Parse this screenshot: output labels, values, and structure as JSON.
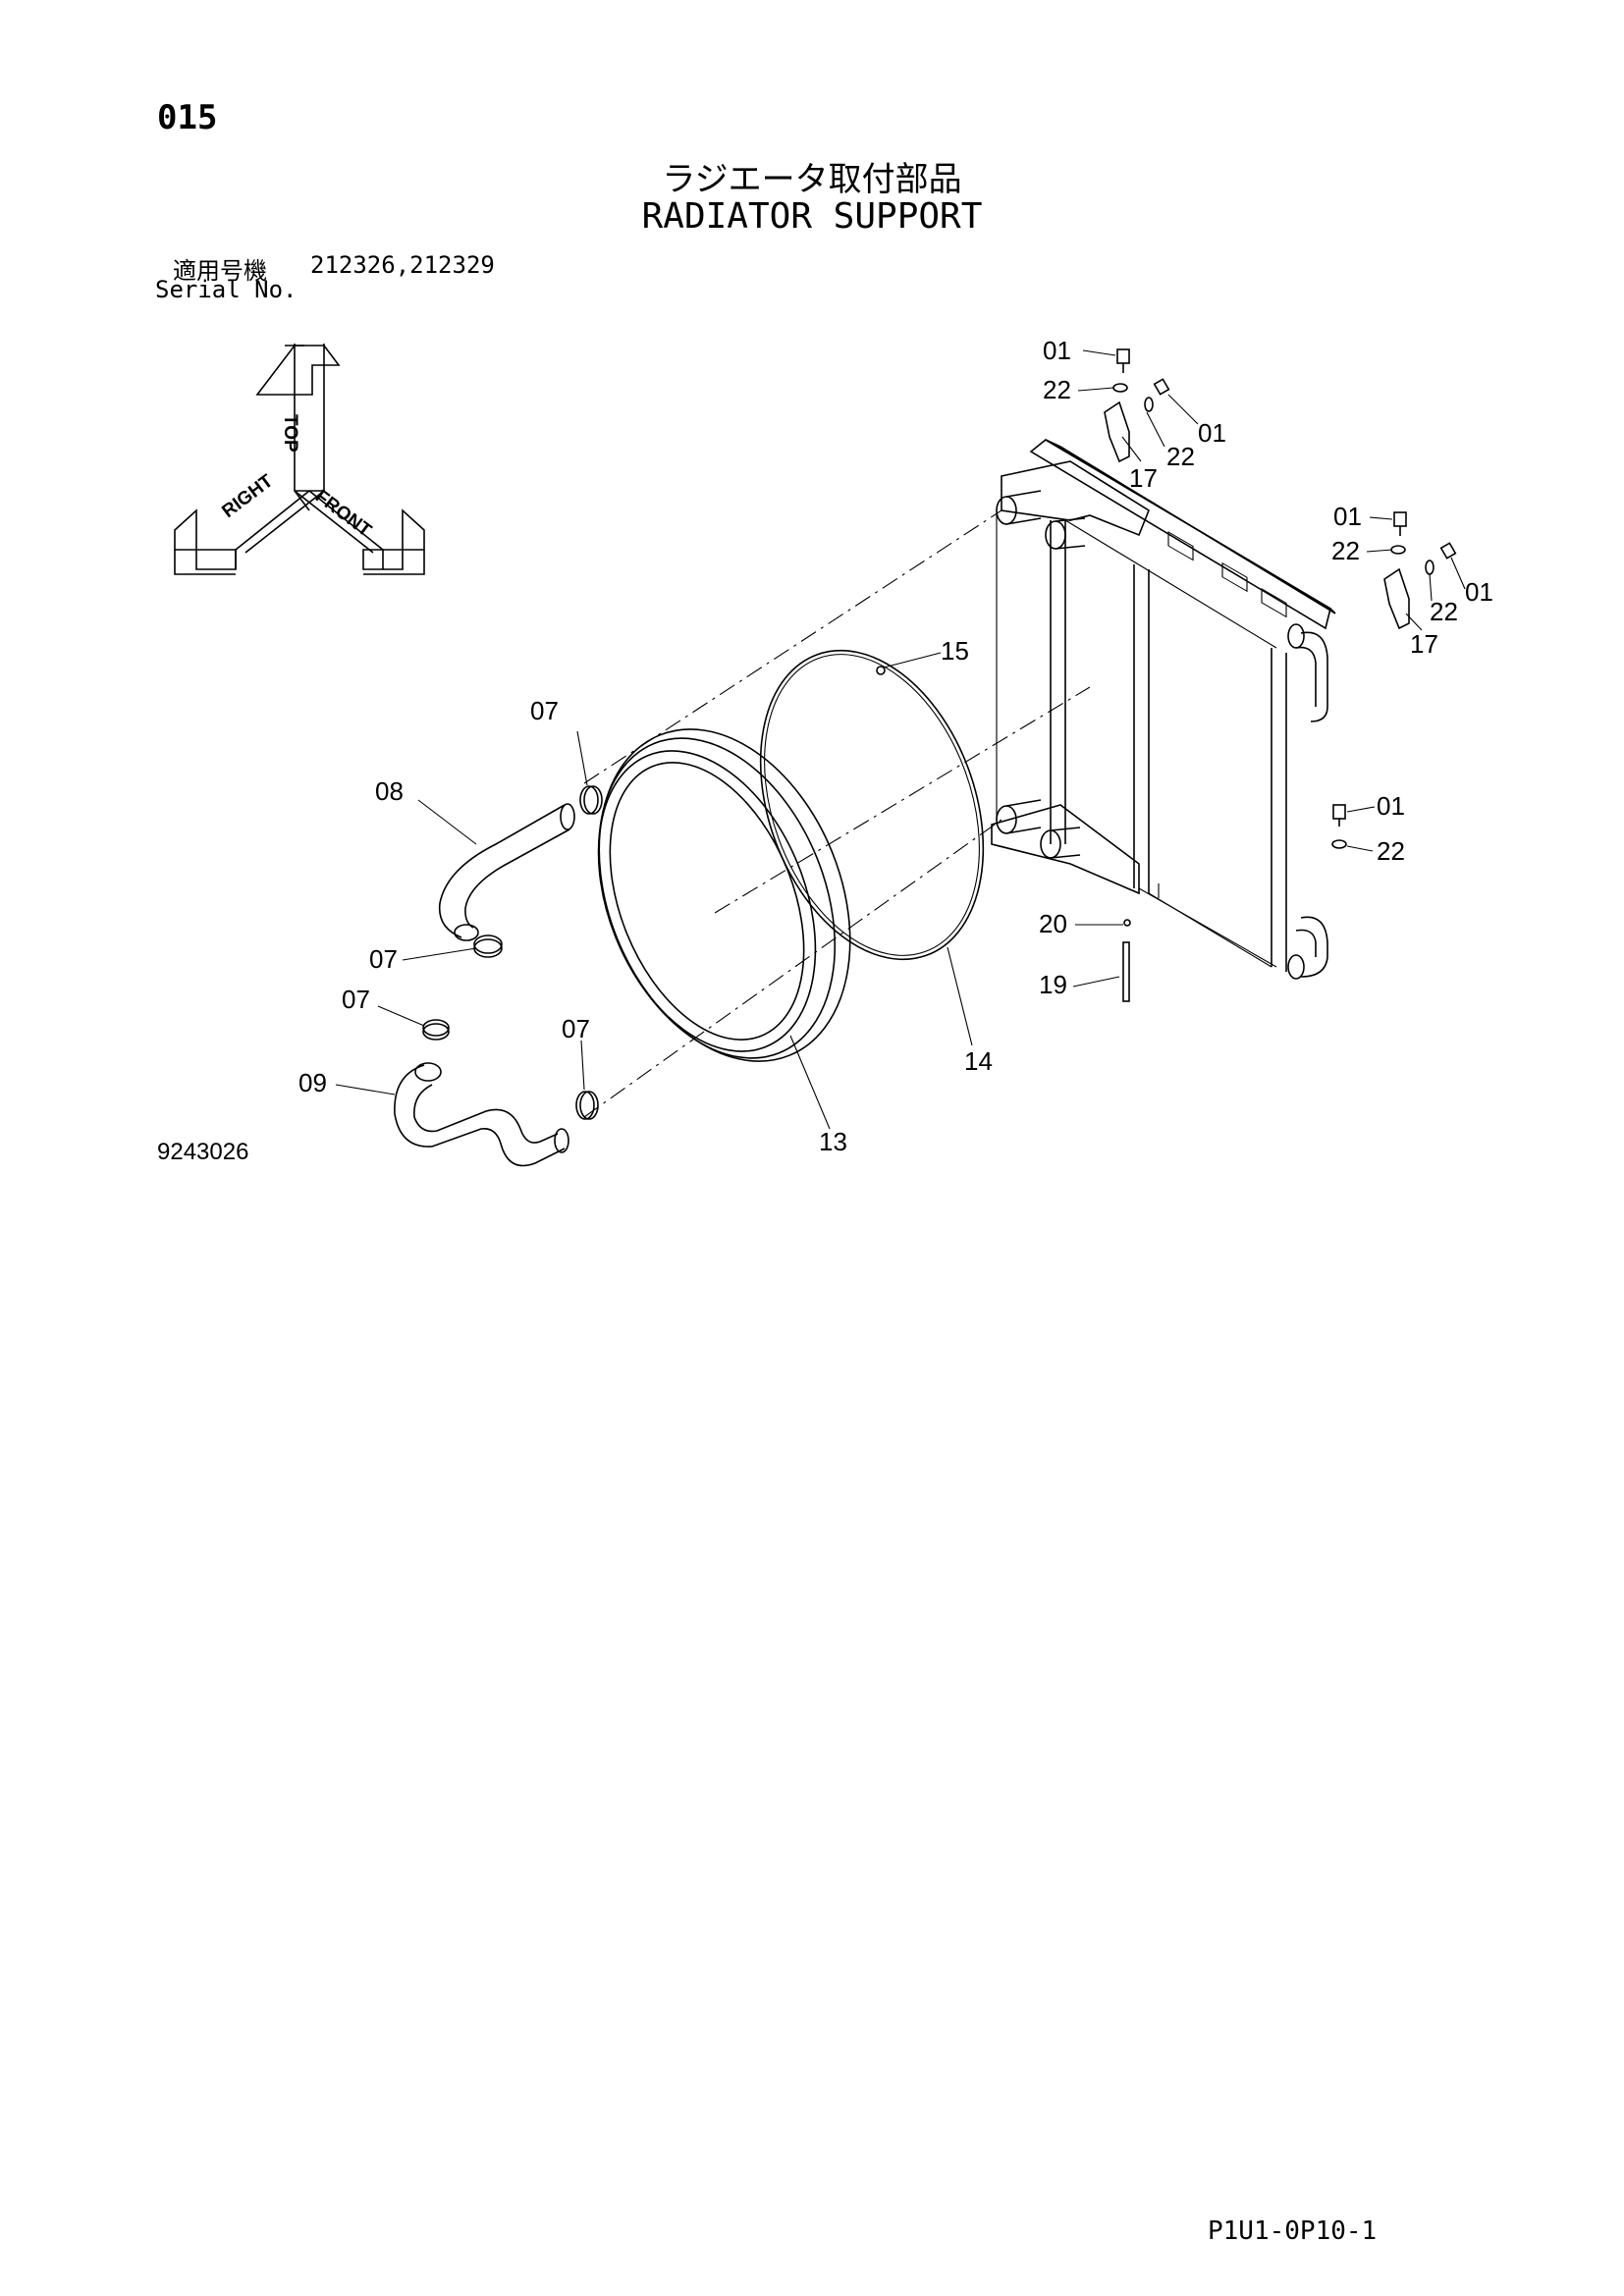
{
  "header": {
    "page_number": "015",
    "title_jp": "ラジエータ取付部品",
    "title_en": "RADIATOR SUPPORT"
  },
  "serial": {
    "label_jp": "適用号機",
    "values": "212326,212329",
    "label_en": "Serial No."
  },
  "orientation": {
    "top": "TOP",
    "right": "RIGHT",
    "front": "FRONT"
  },
  "callouts": {
    "c01_a": "01",
    "c22_a": "22",
    "c01_b": "01",
    "c22_b": "22",
    "c17_a": "17",
    "c01_c": "01",
    "c22_c": "22",
    "c01_d": "01",
    "c22_d": "22",
    "c17_b": "17",
    "c15": "15",
    "c07_a": "07",
    "c08": "08",
    "c07_b": "07",
    "c07_c": "07",
    "c07_d": "07",
    "c09": "09",
    "c13": "13",
    "c14": "14",
    "c01_e": "01",
    "c22_e": "22",
    "c20": "20",
    "c19": "19"
  },
  "footer": {
    "figure_number": "9243026",
    "page_code": "P1U1-0P10-1"
  },
  "colors": {
    "ink": "#000000",
    "paper": "#ffffff"
  }
}
